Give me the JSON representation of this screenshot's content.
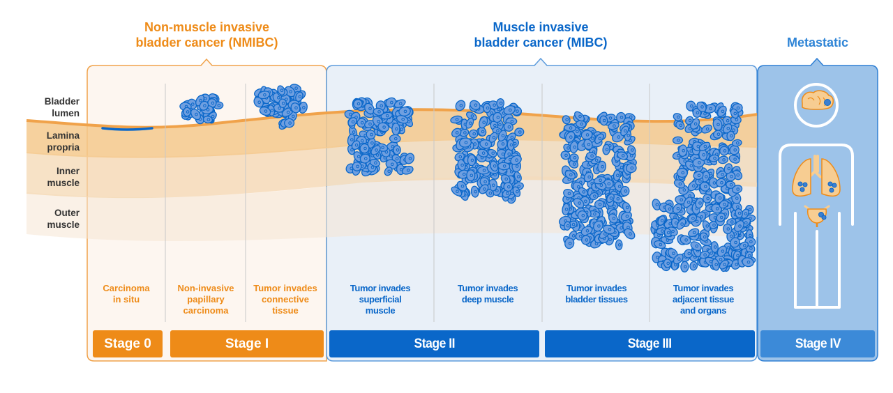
{
  "groups": {
    "nmibc": {
      "title_line1": "Non-muscle invasive",
      "title_line2": "bladder cancer (NMIBC)"
    },
    "mibc": {
      "title_line1": "Muscle invasive",
      "title_line2": "bladder cancer (MIBC)"
    },
    "metastatic": {
      "title": "Metastatic"
    }
  },
  "layers": [
    {
      "line1": "Bladder",
      "line2": "lumen"
    },
    {
      "line1": "Lamina",
      "line2": "propria"
    },
    {
      "line1": "Inner",
      "line2": "muscle"
    },
    {
      "line1": "Outer",
      "line2": "muscle"
    }
  ],
  "columns": [
    {
      "lines": [
        "Carcinoma",
        "in situ"
      ]
    },
    {
      "lines": [
        "Non-invasive",
        "papillary",
        "carcinoma"
      ]
    },
    {
      "lines": [
        "Tumor invades",
        "connective",
        "tissue"
      ]
    },
    {
      "lines": [
        "Tumor invades",
        "superficial",
        "muscle"
      ]
    },
    {
      "lines": [
        "Tumor invades",
        "deep muscle"
      ]
    },
    {
      "lines": [
        "Tumor invades",
        "bladder tissues"
      ]
    },
    {
      "lines": [
        "Tumor invades",
        "adjacent tissue",
        "and organs"
      ]
    }
  ],
  "stages": [
    {
      "label": "Stage 0"
    },
    {
      "label": "Stage I"
    },
    {
      "label": "Stage II"
    },
    {
      "label": "Stage III"
    },
    {
      "label": "Stage IV"
    }
  ],
  "icons": {
    "metastatic_organs": [
      "brain-icon",
      "lungs-icon",
      "bladder-organ-icon",
      "human-figure-icon"
    ]
  },
  "colors": {
    "orange": "#EE8B18",
    "blue": "#0A67C9",
    "stage_iv_blue": "#3C8AD8",
    "metastatic_panel": "#9DC3E9",
    "mibc_panel": "#E9F0F8",
    "nmibc_panel": "#FDF6F0"
  }
}
